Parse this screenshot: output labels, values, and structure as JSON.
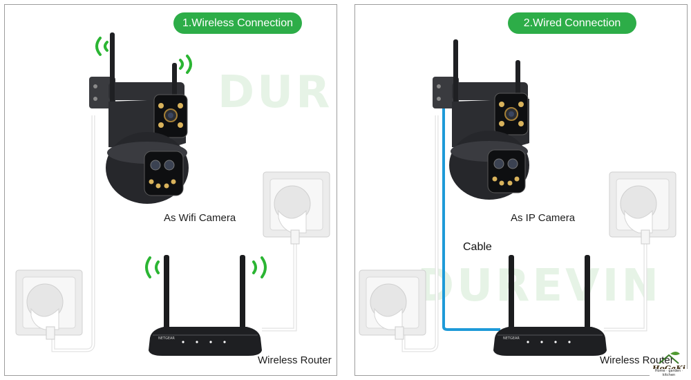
{
  "wireless": {
    "title": "1.Wireless Connection",
    "camera_label": "As Wifi Camera",
    "router_label": "Wireless Router"
  },
  "wired": {
    "title": "2.Wired Connection",
    "camera_label": "As IP Camera",
    "router_label": "Wireless Router",
    "cable_label": "Cable"
  },
  "watermark": "DUREVIN",
  "router_brand": "NETGEAR",
  "logo": {
    "name": "HoGaKi",
    "tagline": "Home · garden · kitchen"
  },
  "colors": {
    "accent": "#2dad48",
    "cable": "#1e9ad8",
    "wifi": "#2bb533",
    "device": "#2a2b2e"
  }
}
